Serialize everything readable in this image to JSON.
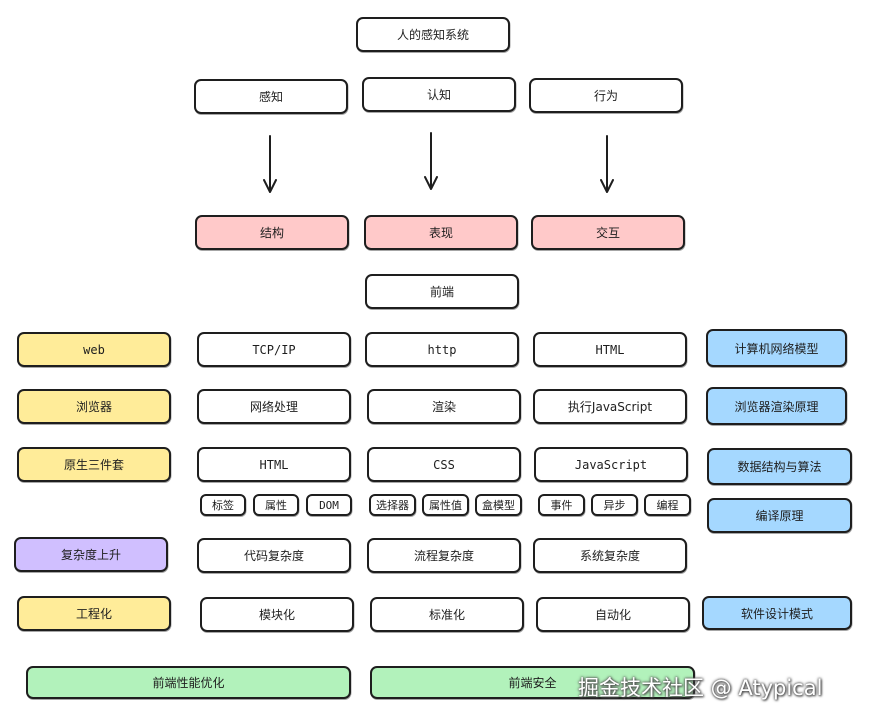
{
  "title": "人的感知系统",
  "human": [
    "感知",
    "认知",
    "行为"
  ],
  "layers": [
    "结构",
    "表现",
    "交互"
  ],
  "frontend": "前端",
  "left_column": [
    "web",
    "浏览器",
    "原生三件套",
    "复杂度上升",
    "工程化"
  ],
  "right_column": [
    "计算机网络模型",
    "浏览器渲染原理",
    "数据结构与算法",
    "编译原理",
    "软件设计模式"
  ],
  "row_protocol": [
    "TCP/IP",
    "http",
    "HTML"
  ],
  "row_browser": [
    "网络处理",
    "渲染",
    "执行JavaScript"
  ],
  "row_native": [
    "HTML",
    "CSS",
    "JavaScript"
  ],
  "row_sub": {
    "html": [
      "标签",
      "属性",
      "DOM"
    ],
    "css": [
      "选择器",
      "属性值",
      "盒模型"
    ],
    "js": [
      "事件",
      "异步",
      "编程"
    ]
  },
  "row_complexity": [
    "代码复杂度",
    "流程复杂度",
    "系统复杂度"
  ],
  "row_engineering": [
    "模块化",
    "标准化",
    "自动化"
  ],
  "bottom": [
    "前端性能优化",
    "前端安全"
  ],
  "watermark": "掘金技术社区 @ Atypical",
  "colors": {
    "pink": "#ffc9c9",
    "yellow": "#ffec99",
    "blue": "#a5d8ff",
    "purple": "#d0bfff",
    "green": "#b2f2bb",
    "stroke": "#1e1e1e"
  }
}
